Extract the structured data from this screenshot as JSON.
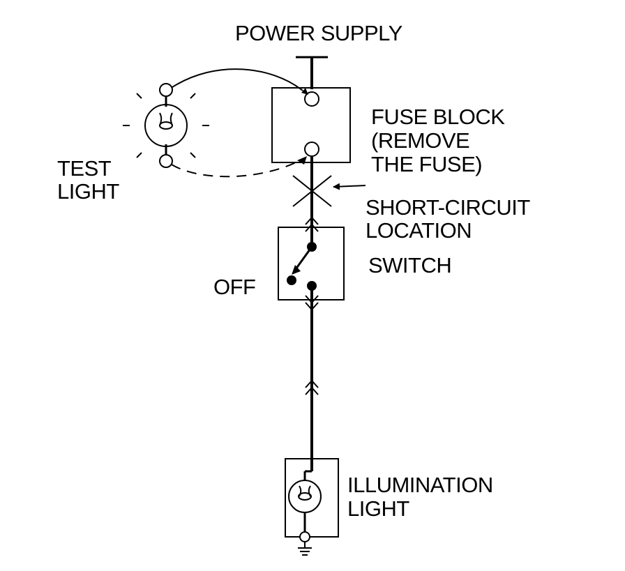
{
  "diagram": {
    "labels": {
      "power_supply": "POWER SUPPLY",
      "fuse_block_line1": "FUSE BLOCK",
      "fuse_block_line2": "(REMOVE",
      "fuse_block_line3": "THE FUSE)",
      "test_light_line1": "TEST",
      "test_light_line2": "LIGHT",
      "short_circuit_line1": "SHORT-CIRCUIT",
      "short_circuit_line2": "LOCATION",
      "switch": "SWITCH",
      "off": "OFF",
      "illumination_line1": "ILLUMINATION",
      "illumination_line2": "LIGHT"
    },
    "switch_state": "OFF",
    "colors": {
      "line": "#000000",
      "background": "#ffffff"
    }
  }
}
